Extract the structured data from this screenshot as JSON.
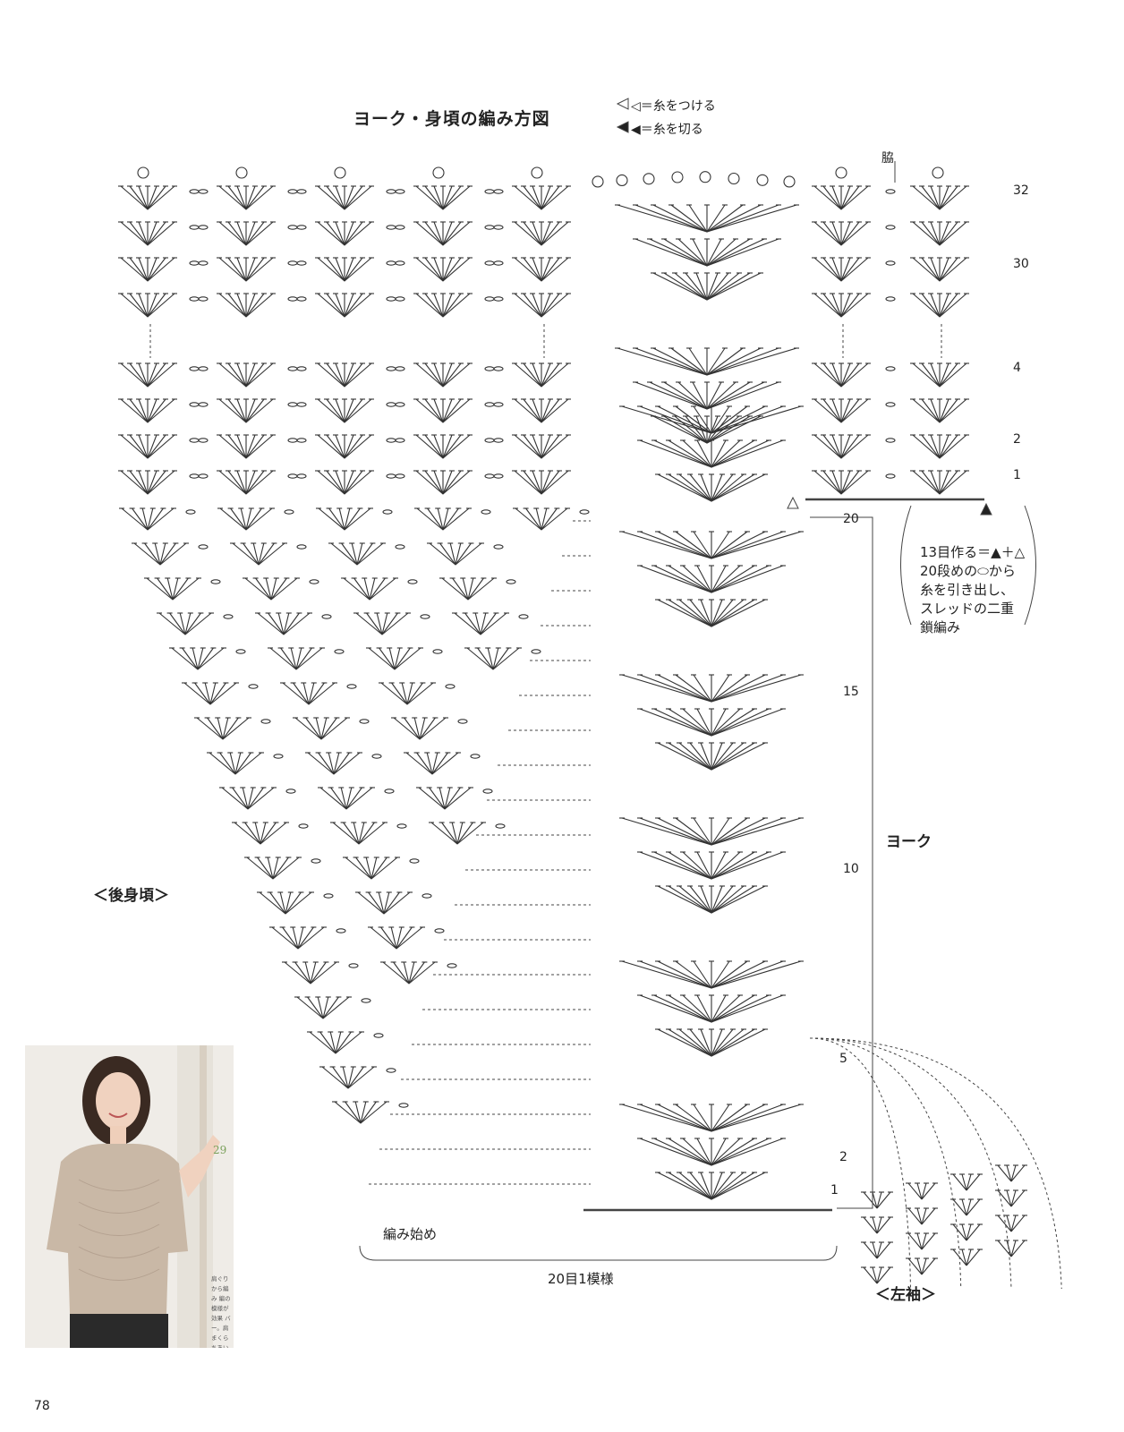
{
  "title": "ヨーク・身頃の編み方図",
  "legend": {
    "attach": "◁＝糸をつける",
    "cut": "◀＝糸を切る"
  },
  "labels": {
    "side": "脇",
    "back_body": "＜後身頃＞",
    "yoke": "ヨーク",
    "left_sleeve": "＜左袖＞",
    "start": "編み始め",
    "repeat": "20目1模様",
    "page_number": "78"
  },
  "row_markers_top": [
    "32",
    "30",
    "4",
    "2",
    "1"
  ],
  "row_markers_yoke": [
    "20",
    "15",
    "10",
    "5",
    "2",
    "1"
  ],
  "note_lines": [
    "13目作る＝▲＋△",
    "20段めの⬭から",
    "糸を引き出し、",
    "スレッドの二重",
    "鎖編み"
  ],
  "photo": {
    "number": "29",
    "text": "肩ぐりから編み 編の模様が効果 バー。肩まくら ちあいた印象で デザイン＝石田 使用糸＝フェ"
  }
}
